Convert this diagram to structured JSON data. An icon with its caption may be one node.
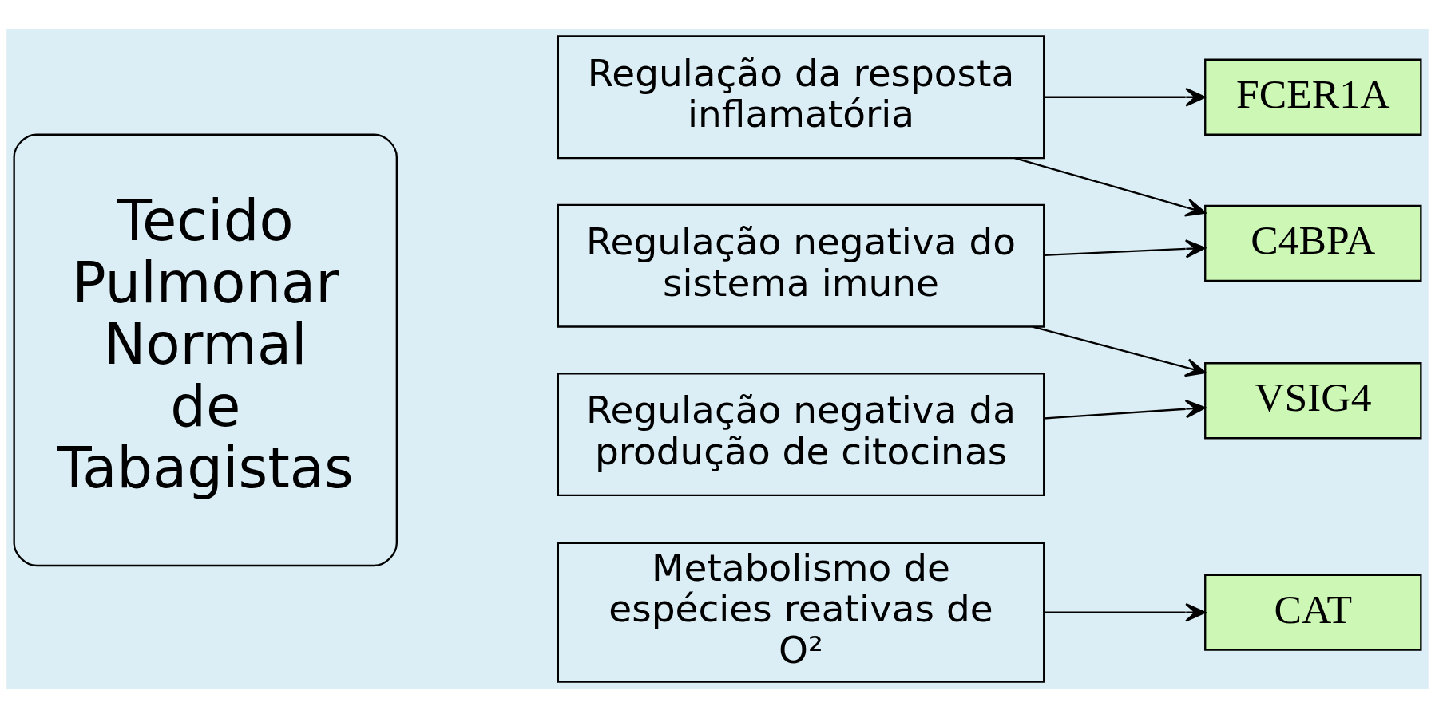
{
  "diagram": {
    "nodes": [
      {
        "text": [
          "Tecido Pulmonar Normal de Tabagistas"
        ]
      },
      {
        "text": [
          "Regulação da resposta inflamatória"
        ]
      },
      {
        "text": [
          "Regulação negativa do sistema imune"
        ]
      },
      {
        "text": [
          "Regulação negativa da produção de citocinas"
        ]
      },
      {
        "text": [
          "Metabolismo de espécies reativas de O²"
        ]
      },
      {
        "text": [
          "FCER1A"
        ]
      },
      {
        "text": [
          "C4BPA"
        ]
      },
      {
        "text": [
          "VSIG4"
        ]
      },
      {
        "text": [
          "CAT"
        ]
      }
    ],
    "edges": [
      {
        "from": 1,
        "to": 5,
        "arrow": "to"
      },
      {
        "from": 1,
        "to": 6,
        "arrow": "to"
      },
      {
        "from": 2,
        "to": 6,
        "arrow": "to"
      },
      {
        "from": 2,
        "to": 7,
        "arrow": "to"
      },
      {
        "from": 3,
        "to": 7,
        "arrow": "to"
      },
      {
        "from": 4,
        "to": 8,
        "arrow": "to"
      }
    ]
  }
}
